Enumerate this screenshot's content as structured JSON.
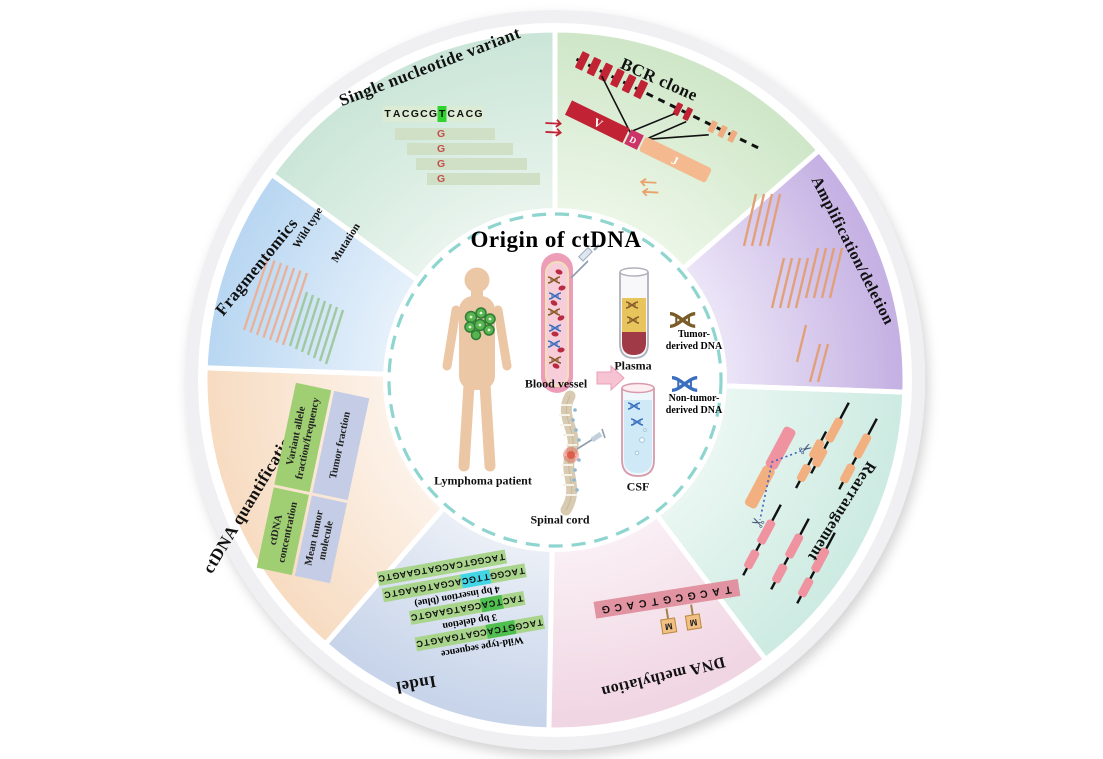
{
  "figure": {
    "title": "Origin of ctDNA"
  },
  "center": {
    "labels": {
      "patient": "Lymphoma patient",
      "blood_vessel": "Blood vessel",
      "plasma": "Plasma",
      "csf": "CSF",
      "spinal_cord": "Spinal cord",
      "tumor_dna": "Tumor-derived DNA",
      "non_tumor_dna": "Non-tumor-derived DNA"
    }
  },
  "segments": {
    "snv": {
      "title": "Single nucleotide variant",
      "reference_sequence": "TACGCGTCACG",
      "variant_base": "G"
    },
    "bcr_clone": {
      "title": "BCR clone",
      "segment_labels": {
        "v": "V",
        "d": "D",
        "j": "J"
      }
    },
    "amplification_deletion": {
      "title": "Amplification/deletion"
    },
    "rearrangement": {
      "title": "Rearrangement"
    },
    "dna_methylation": {
      "title": "DNA methylation",
      "sequence": "TACGCGTCACG",
      "methyl_mark": "M"
    },
    "indel": {
      "title": "Indel",
      "reads": [
        {
          "label": "",
          "sequence": "TACGGTCACGATGAAGTC"
        },
        {
          "label": "4 bp insertion (blue)",
          "sequence": "TACGGTTGCACGATGAAGTC"
        },
        {
          "label": "3 bp deletion",
          "sequence": "TACTCACGATGAAGTC"
        },
        {
          "label": "Wild-type sequence",
          "sequence": "TACGGTCACGATGAAGTC"
        }
      ]
    },
    "ctdna_quantification": {
      "title": "ctDNA quantification",
      "metrics": [
        "ctDNA concentration",
        "Variant allele fraction/frequency",
        "Mean tumor molecule",
        "Tumor fraction"
      ]
    },
    "fragmentomics": {
      "title": "Fragmentomics",
      "labels": {
        "wild_type": "Wild type",
        "mutation": "Mutation"
      }
    }
  },
  "icons": {
    "scissors": "✂"
  },
  "colors": {
    "snv_highlight": "#2fd32f",
    "insertion_highlight": "#40d6e8",
    "deletion_wild_highlight": "#4ebf4e",
    "read_bar": "#cfe0c6",
    "indel_bar": "#a9d48b",
    "methylation_bar": "#e293a2",
    "methyl_box": "#f2c083",
    "quant_green": "#9fcf72",
    "quant_lavender": "#c5cde6",
    "wild_fragment_lines": "#e8b29a",
    "mutation_fragment_lines": "#9fc99f",
    "dashed_circle": "#8ed5cf",
    "vdj_red": "#c22334",
    "vdj_orange": "#f4b98e",
    "patient_skin": "#ecc7a5",
    "tumor_green": "#57b44e"
  }
}
